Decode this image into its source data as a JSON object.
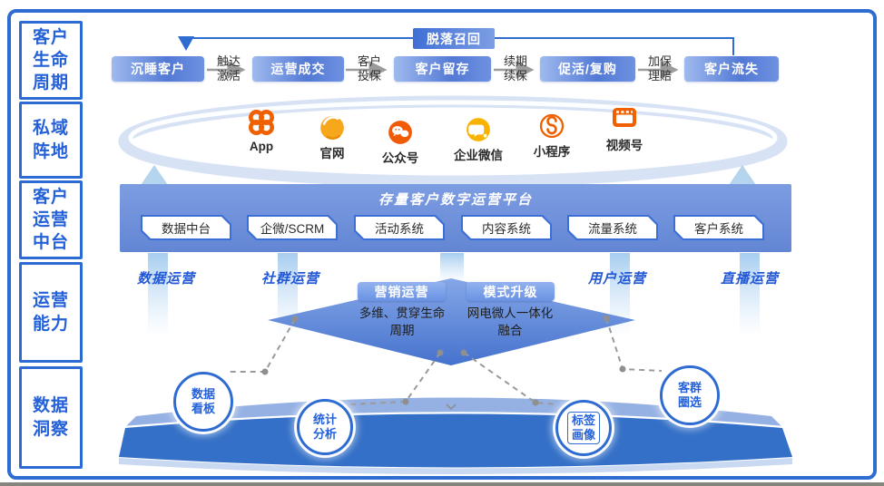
{
  "colors": {
    "accent_blue": "#2f6cd2",
    "text_blue": "#2461d9",
    "flow_box_gradient": [
      "#9fbaee",
      "#5379d5"
    ],
    "platform_banner_blue": "#7093d9",
    "diamond_gradient": [
      "#86a7e8",
      "#4572cd"
    ],
    "capability_label_blue": "#2257d6",
    "channel_icon_orange": "#f06000",
    "wecom_icon_gold": "#f8b300",
    "dashed_connector_gray": "#9a9a9a",
    "ellipse_ring_blue": "#d8e2f5",
    "bottom_platform_front": "#3470c7",
    "bottom_platform_top": "#95b1e3"
  },
  "sidebar": {
    "items": [
      {
        "label": "客户\n生命\n周期"
      },
      {
        "label": "私域\n阵地"
      },
      {
        "label": "客户\n运营\n中台"
      },
      {
        "label": "运营\n能力"
      },
      {
        "label": "数据\n洞察"
      }
    ]
  },
  "flow": {
    "recall_label": "脱落召回",
    "stages": [
      {
        "label": "沉睡客户"
      },
      {
        "label": "运营成交"
      },
      {
        "label": "客户留存"
      },
      {
        "label": "促活/复购"
      },
      {
        "label": "客户流失"
      }
    ],
    "transitions": [
      {
        "label": "触达\n激活"
      },
      {
        "label": "客户\n投保"
      },
      {
        "label": "续期\n续保"
      },
      {
        "label": "加保\n理赔"
      }
    ]
  },
  "channels": {
    "items": [
      {
        "name": "App",
        "icon": "app-grid-icon"
      },
      {
        "name": "官网",
        "icon": "globe-icon"
      },
      {
        "name": "公众号",
        "icon": "wechat-official-account-icon"
      },
      {
        "name": "企业微信",
        "icon": "wecom-icon"
      },
      {
        "name": "小程序",
        "icon": "mini-program-icon"
      },
      {
        "name": "视频号",
        "icon": "video-channel-icon"
      }
    ]
  },
  "platform": {
    "title": "存量客户数字运营平台",
    "systems": [
      {
        "label": "数据中台"
      },
      {
        "label": "企微/SCRM"
      },
      {
        "label": "活动系统"
      },
      {
        "label": "内容系统"
      },
      {
        "label": "流量系统"
      },
      {
        "label": "客户系统"
      }
    ]
  },
  "capabilities": {
    "labels": [
      {
        "label": "数据运营"
      },
      {
        "label": "社群运营"
      },
      {
        "label": "用户运营"
      },
      {
        "label": "直播运营"
      }
    ],
    "diamond": {
      "badges": [
        {
          "label": "营销运营"
        },
        {
          "label": "模式升级"
        }
      ],
      "descriptions": [
        {
          "text": "多维、贯穿生命\n周期"
        },
        {
          "text": "网电微人一体化\n融合"
        }
      ]
    }
  },
  "insight": {
    "circles": [
      {
        "label": "数据\n看板"
      },
      {
        "label": "统计\n分析"
      },
      {
        "label": "标签\n画像"
      },
      {
        "label": "客群\n圈选"
      }
    ]
  }
}
